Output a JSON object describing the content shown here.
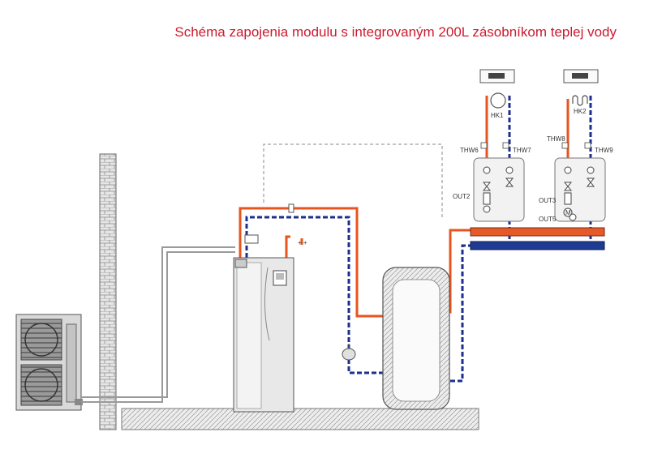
{
  "title": "Schéma zapojenia modulu s integrovaným 200L zásobníkom teplej vody",
  "labels": {
    "hk1": "HK1",
    "hk2": "HK2",
    "thw6": "THW6",
    "thw7": "THW7",
    "thw8": "THW8",
    "thw9": "THW9",
    "out2": "OUT2",
    "out3": "OUT3",
    "out5": "OUT5",
    "valve_m": "M"
  },
  "colors": {
    "title": "#cc1a2e",
    "hot_pipe": "#e8541e",
    "cold_pipe": "#1c2f8e",
    "wire": "#8a8a8a",
    "ground": "#dcdcdc",
    "header_hot": "#e65a2a",
    "header_cold": "#1f3a93"
  }
}
